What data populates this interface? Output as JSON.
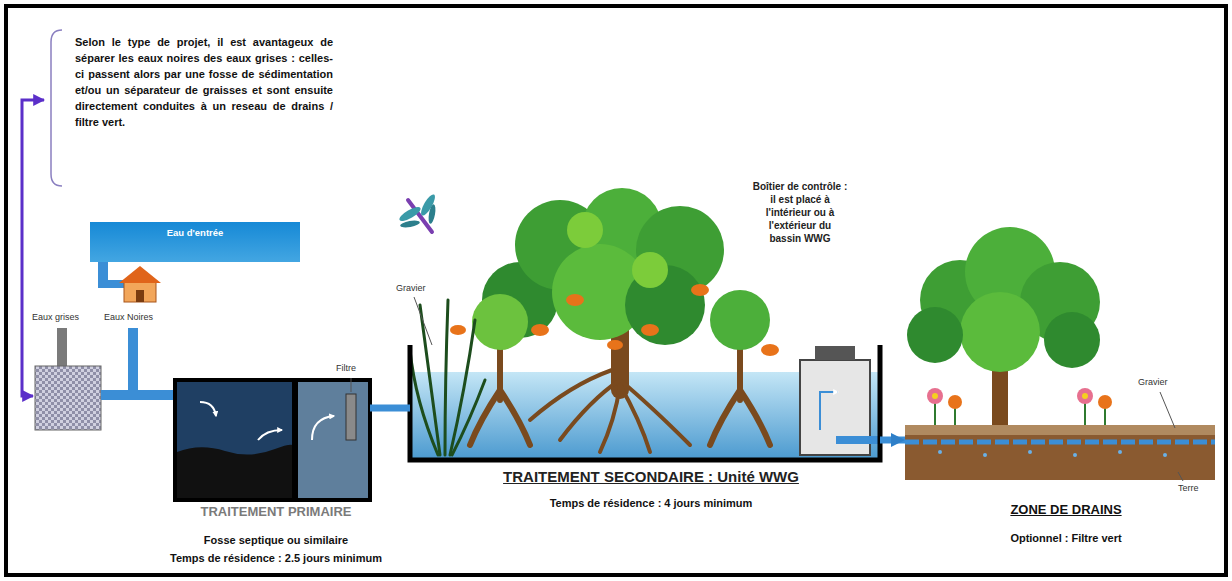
{
  "diagram": {
    "nodes": [
      {
        "text": [
          "Eau d'entrée"
        ]
      },
      {
        "text": [
          "TRAITEMENT PRIMAIRE",
          "Fosse septique ou similaire",
          "Temps de résidence : 2.5 jours minimum"
        ]
      },
      {
        "text": [
          "TRAITEMENT SECONDAIRE : Unité WWG",
          "Temps de résidence : 4 jours minimum"
        ]
      },
      {
        "text": [
          "ZONE DE DRAINS",
          "Optionnel : Filtre vert"
        ]
      }
    ],
    "edges": [
      {
        "from": 1,
        "to": 2,
        "arrow": "none"
      },
      {
        "from": 2,
        "to": 3,
        "arrow": "to"
      }
    ],
    "labels": [
      "Selon le type de projet, il est avantageux de séparer les eaux noires des eaux grises : celles-ci passent alors par une fosse de sédimentation et/ou un séparateur de graisses et sont ensuite directement conduites à un reseau de drains / filtre vert.",
      "Eaux grises",
      "Eaux Noires",
      "Filtre",
      "Gravier",
      "Boîtier de contrôle : il est placé à l'intérieur ou à l'extérieur du bassin WWG",
      "Gravier",
      "Terre"
    ]
  }
}
